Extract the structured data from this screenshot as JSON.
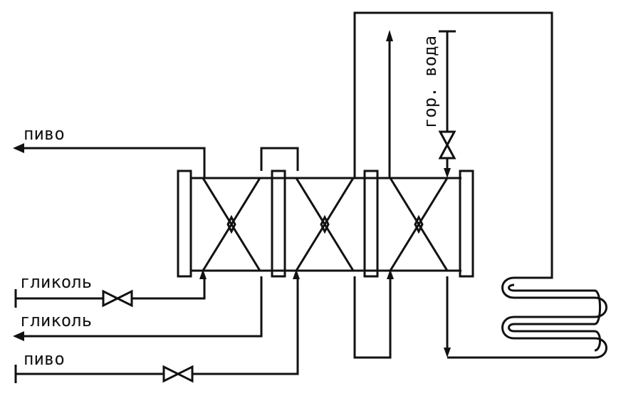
{
  "diagram": {
    "title": "",
    "labels": {
      "beer_out": "пиво",
      "glycol_in": "гликоль",
      "glycol_out": "гликоль",
      "beer_in": "пиво",
      "hot_water": "гор. вода"
    },
    "colors": {
      "stroke": "#111111",
      "background": "#ffffff"
    }
  }
}
